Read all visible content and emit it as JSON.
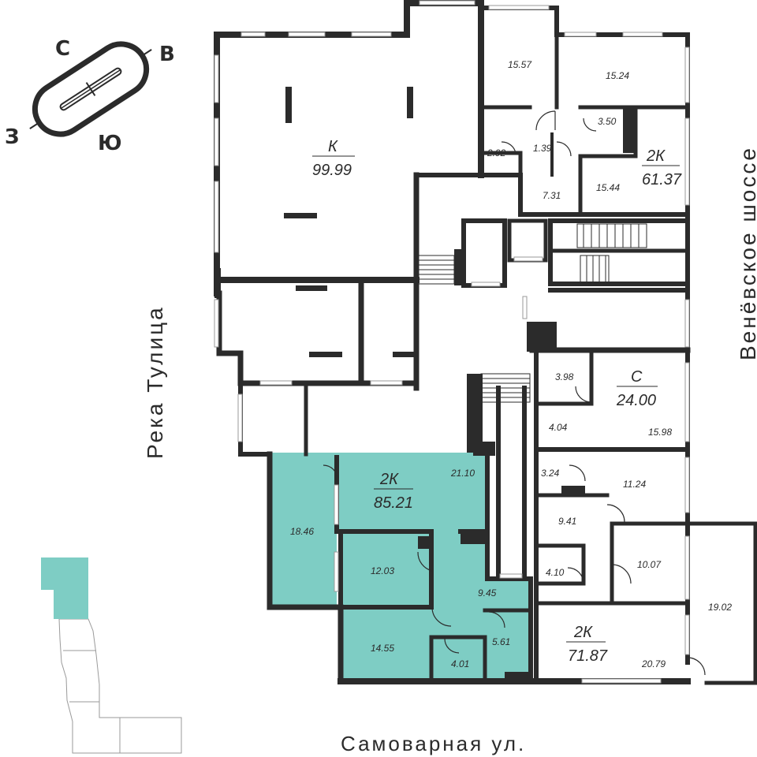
{
  "colors": {
    "highlight": "#7ecdc4",
    "wall": "#2b2b2b",
    "background": "#ffffff"
  },
  "compass": {
    "north": "С",
    "east": "В",
    "south": "Ю",
    "west": "З"
  },
  "streets": {
    "left": "Река Тулица",
    "right": "Венёвское шоссе",
    "bottom": "Самоварная ул."
  },
  "commercial": {
    "type": "К",
    "area": "99.99"
  },
  "studio": {
    "type": "С",
    "area": "24.00"
  },
  "apartments": [
    {
      "id": "a",
      "type": "2К",
      "area": "85.21",
      "highlighted": true
    },
    {
      "id": "b",
      "type": "2К",
      "area": "61.37",
      "highlighted": false
    },
    {
      "id": "c",
      "type": "2К",
      "area": "71.87",
      "highlighted": false
    }
  ],
  "rooms": {
    "r1557": "15.57",
    "r1524": "15.24",
    "r350": "3.50",
    "r292": "2.92",
    "r139": "1.39",
    "r731": "7.31",
    "r1544": "15.44",
    "r398": "3.98",
    "r404": "4.04",
    "r1598": "15.98",
    "r324": "3.24",
    "r1124": "11.24",
    "r941": "9.41",
    "r1007": "10.07",
    "r410": "4.10",
    "r1902": "19.02",
    "r2079": "20.79",
    "r2110": "21.10",
    "r1846": "18.46",
    "r1203": "12.03",
    "r945": "9.45",
    "r1455": "14.55",
    "r401": "4.01",
    "r561": "5.61"
  }
}
